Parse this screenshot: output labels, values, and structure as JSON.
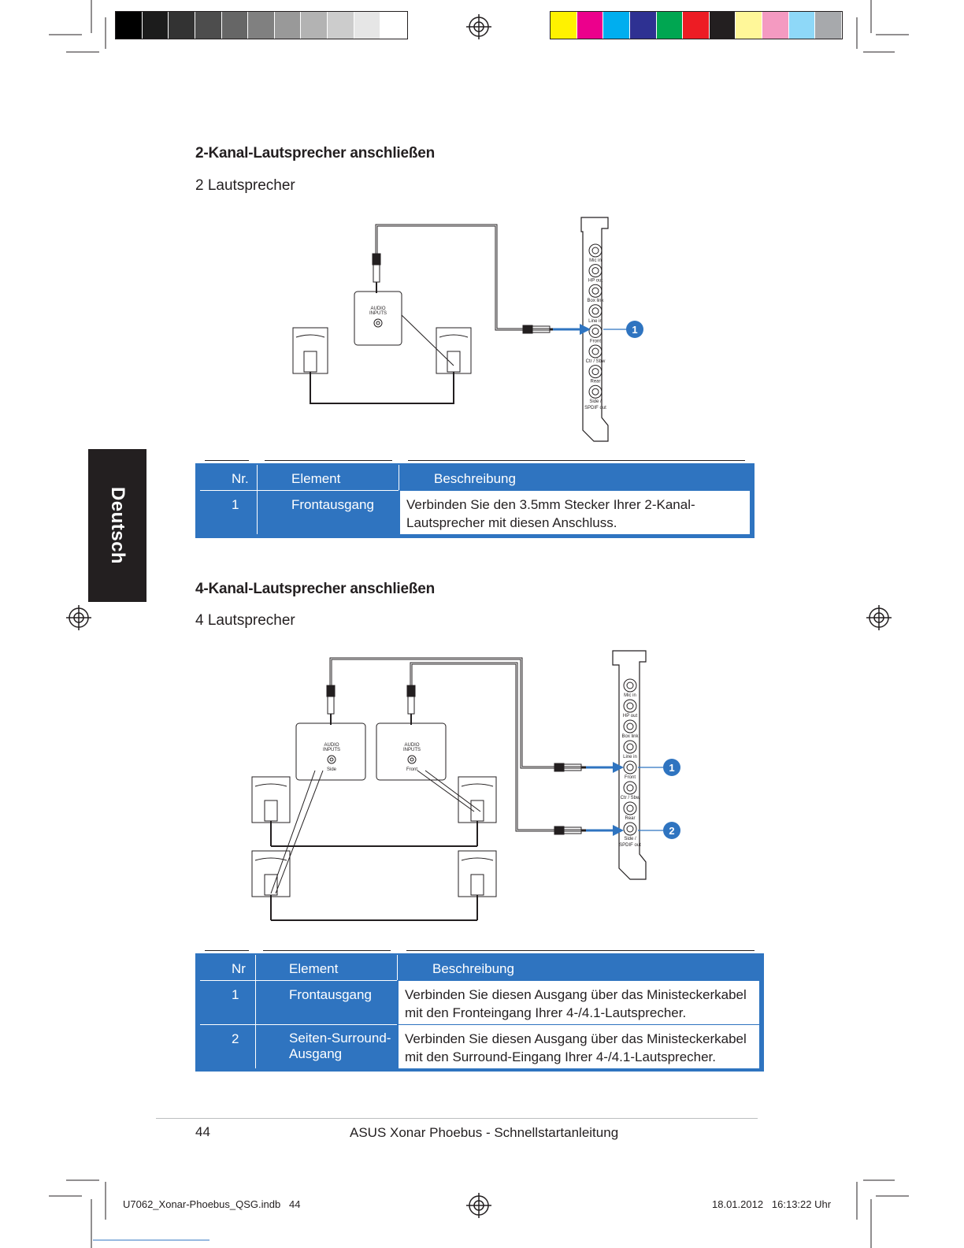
{
  "side_tab": {
    "label": "Deutsch"
  },
  "section1": {
    "title": "2-Kanal-Lautsprecher anschließen",
    "subtitle": "2 Lautsprecher",
    "diagram": {
      "jacks": [
        "Mic in",
        "HP out",
        "Box link",
        "Line in",
        "Front",
        "Ctr / Sbw",
        "Rear",
        "Side /",
        "SPDIF out"
      ],
      "audio_inputs": [
        "AUDIO",
        "INPUTS"
      ],
      "callout": "1"
    },
    "table": {
      "headers": {
        "nr": "Nr.",
        "element": "Element",
        "desc": "Beschreibung"
      },
      "rows": [
        {
          "nr": "1",
          "element": "Frontausgang",
          "desc": "Verbinden Sie den 3.5mm Stecker Ihrer 2-Kanal-Lautsprecher mit diesen Anschluss."
        }
      ]
    }
  },
  "section2": {
    "title": "4-Kanal-Lautsprecher anschließen",
    "subtitle": "4 Lautsprecher",
    "diagram": {
      "jacks": [
        "Mic in",
        "HP out",
        "Box link",
        "Line in",
        "Front",
        "Ctr / Sbw",
        "Rear",
        "Side /",
        "SPDIF out"
      ],
      "audio_inputs": [
        "AUDIO",
        "INPUTS"
      ],
      "box_side_label": "Side",
      "box_front_label": "Front",
      "callouts": [
        "1",
        "2"
      ]
    },
    "table": {
      "headers": {
        "nr": "Nr",
        "element": "Element",
        "desc": "Beschreibung"
      },
      "rows": [
        {
          "nr": "1",
          "element": "Frontausgang",
          "desc": "Verbinden Sie diesen Ausgang über das Ministeckerkabel mit den Fronteingang Ihrer 4-/4.1-Lautsprecher."
        },
        {
          "nr": "2",
          "element": "Seiten-Surround-Ausgang",
          "desc": "Verbinden Sie diesen Ausgang über das Ministeckerkabel mit den Surround-Eingang Ihrer 4-/4.1-Lautsprecher."
        }
      ]
    }
  },
  "footer": {
    "page_number": "44",
    "doc_title": "ASUS Xonar Phoebus - Schnellstartanleitung"
  },
  "slug": {
    "file": "U7062_Xonar-Phoebus_QSG.indb   44",
    "date": "18.01.2012   16:13:22 Uhr"
  },
  "colors": {
    "accent": "#2f74c0",
    "text": "#231f20",
    "gray_bar": [
      "#000000",
      "#1c1c1c",
      "#333333",
      "#4d4d4d",
      "#666666",
      "#808080",
      "#999999",
      "#b3b3b3",
      "#cccccc",
      "#e6e6e6",
      "#ffffff"
    ],
    "color_bar": [
      "#fff200",
      "#ec008c",
      "#00aeef",
      "#2e3192",
      "#00a651",
      "#ed1c24",
      "#231f20",
      "#fff799",
      "#f49ac1",
      "#8ed8f8",
      "#a7a9ac"
    ]
  }
}
